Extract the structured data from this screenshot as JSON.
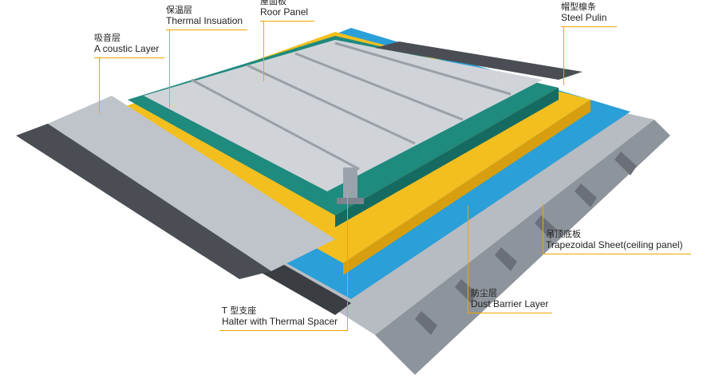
{
  "labels": {
    "acoustic": {
      "cn": "吸音层",
      "en": "A coustic Layer"
    },
    "thermal": {
      "cn": "保温层",
      "en": "Thermal Insuation"
    },
    "roof": {
      "cn": "屋面板",
      "en": "Roor Panel"
    },
    "purlin": {
      "cn": "帽型檩条",
      "en": "Steel Pulin"
    },
    "ceiling": {
      "cn": "吊顶底板",
      "en": "Trapezoidal Sheet(ceiling panel)"
    },
    "dust": {
      "cn": "防尘层",
      "en": "Dust Barrier Layer"
    },
    "halter": {
      "cn": "T  型支座",
      "en": "Halter with Thermal Spacer"
    }
  },
  "colors": {
    "leader": "#f0a400",
    "yellow": "#f2bf1f",
    "blue": "#2a9fd8",
    "teal": "#1f8a7e",
    "steel": "#c4c9cf",
    "dark": "#3a3d42"
  }
}
